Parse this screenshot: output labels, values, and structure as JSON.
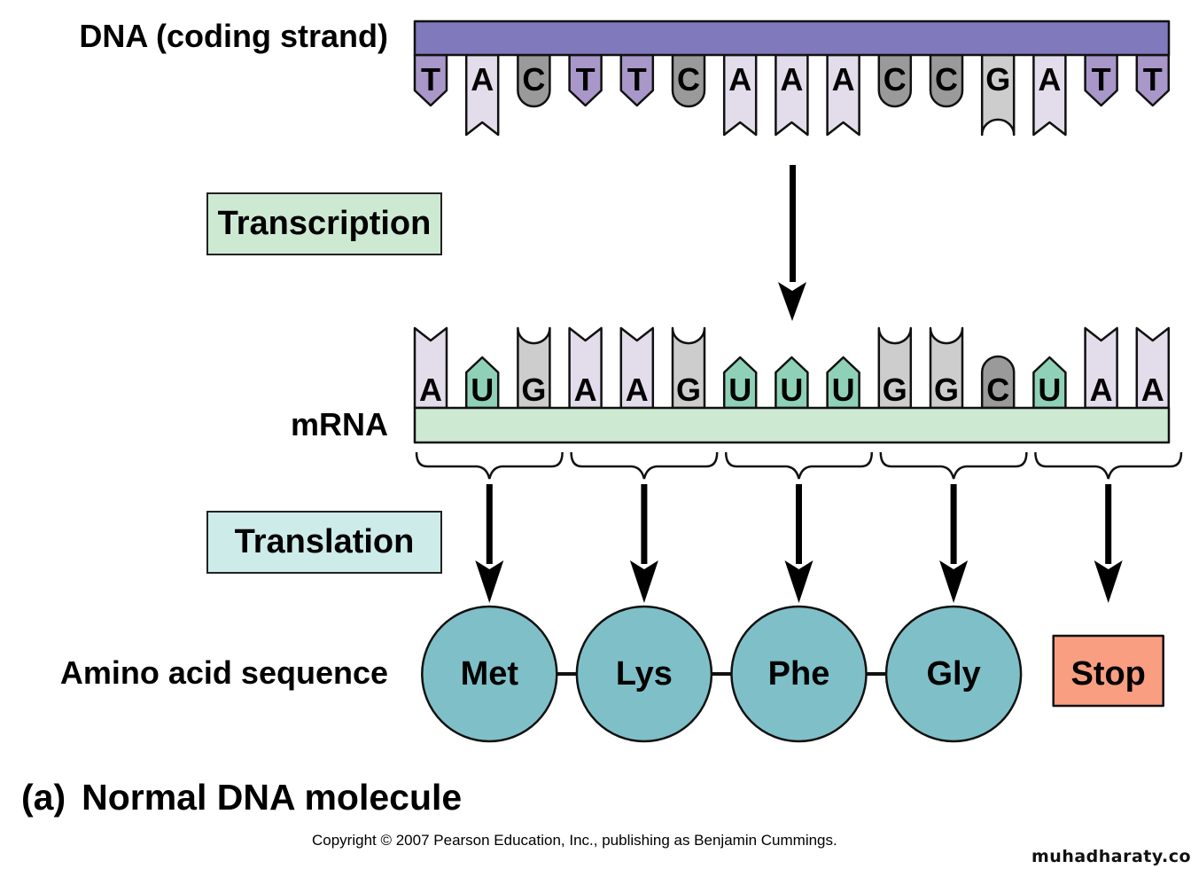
{
  "labels": {
    "dna_strand": "DNA (coding strand)",
    "mrna": "mRNA",
    "amino_acid_sequence": "Amino acid sequence",
    "transcription": "Transcription",
    "translation": "Translation",
    "caption_letter": "(a)",
    "caption_text": "Normal DNA molecule",
    "copyright": "Copyright © 2007 Pearson Education, Inc., publishing as Benjamin Cummings.",
    "watermark": "muhadharaty.com"
  },
  "dna": {
    "bases": [
      "T",
      "A",
      "C",
      "T",
      "T",
      "C",
      "A",
      "A",
      "A",
      "C",
      "C",
      "G",
      "A",
      "T",
      "T"
    ]
  },
  "mrna": {
    "bases": [
      "A",
      "U",
      "G",
      "A",
      "A",
      "G",
      "U",
      "U",
      "U",
      "G",
      "G",
      "C",
      "U",
      "A",
      "A"
    ]
  },
  "codons": [
    "AUG",
    "AAG",
    "UUU",
    "GGC",
    "UAA"
  ],
  "amino_acids": [
    {
      "name": "Met",
      "type": "residue"
    },
    {
      "name": "Lys",
      "type": "residue"
    },
    {
      "name": "Phe",
      "type": "residue"
    },
    {
      "name": "Gly",
      "type": "residue"
    },
    {
      "name": "Stop",
      "type": "stop"
    }
  ],
  "colors": {
    "dna_backbone": "#8079bb",
    "mrna_backbone": "#cde9d2",
    "base_T": "#a897c8",
    "base_A": "#e3dceb",
    "base_C": "#9a9a9a",
    "base_G": "#cdcdcd",
    "base_U": "#8fd1b6",
    "amino_acid": "#7fc0c8",
    "stop": "#f99e81",
    "transcription_box": "#cde9d2",
    "translation_box": "#cdebe9"
  }
}
